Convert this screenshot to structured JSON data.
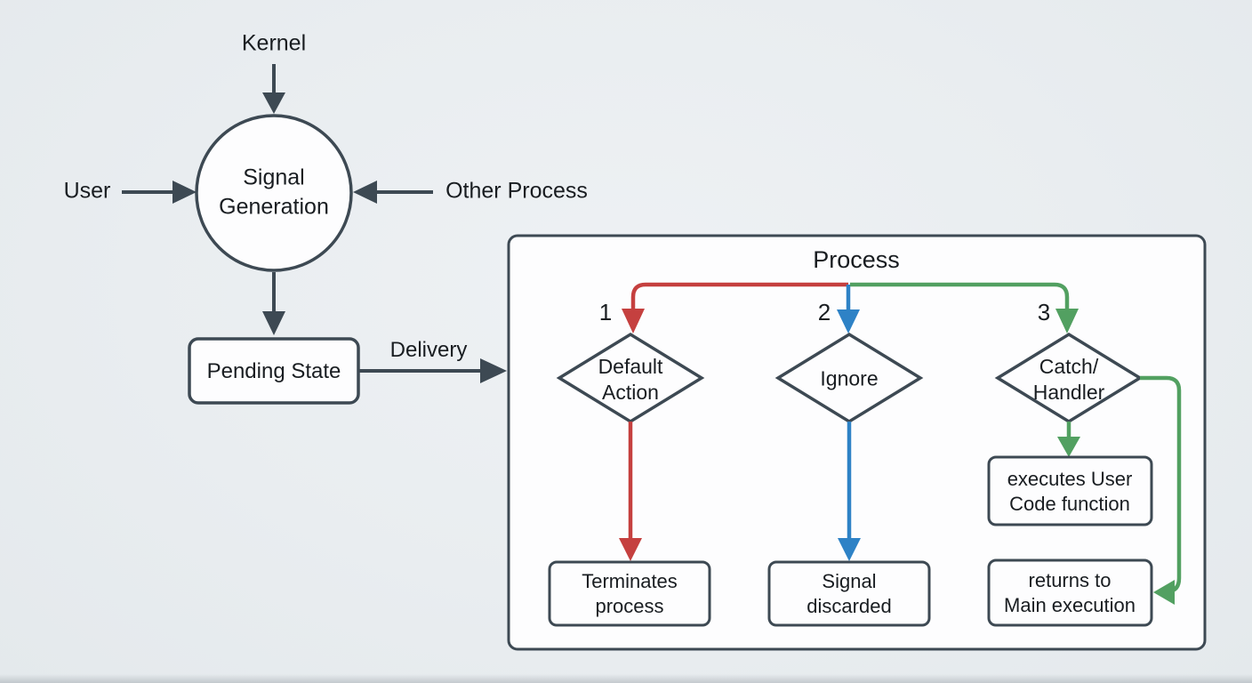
{
  "colors": {
    "background": "#e9edf0",
    "outline": "#3d4953",
    "text": "#191d21",
    "node_fill": "#fdfdfe",
    "branch_red": "#c5403f",
    "branch_blue": "#2e82c6",
    "branch_green": "#52a061"
  },
  "generation": {
    "kernel": "Kernel",
    "user": "User",
    "other_process": "Other Process",
    "signal_generation": "Signal\nGeneration",
    "pending_state": "Pending State",
    "delivery": "Delivery"
  },
  "process": {
    "title": "Process",
    "branches": [
      {
        "number": "1",
        "decision": "Default\nAction",
        "outcome": "Terminates\nprocess"
      },
      {
        "number": "2",
        "decision": "Ignore",
        "outcome": "Signal\ndiscarded"
      },
      {
        "number": "3",
        "decision": "Catch/\nHandler",
        "handler_action": "executes User\nCode function",
        "return_step": "returns to\nMain execution"
      }
    ]
  }
}
